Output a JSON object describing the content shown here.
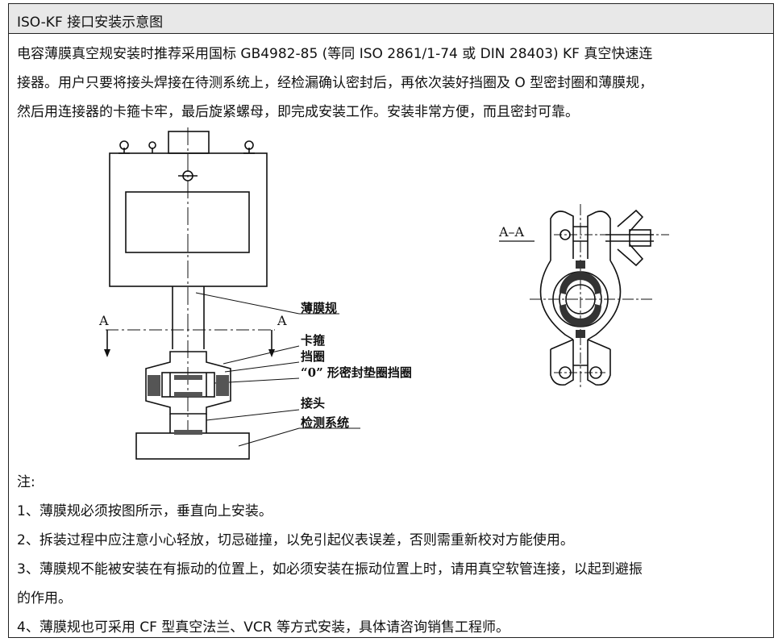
{
  "header": {
    "title": "ISO-KF 接口安装示意图"
  },
  "intro": {
    "lines": [
      "电容薄膜真空规安装时推荐采用国标 GB4982-85 (等同 ISO 2861/1-74 或 DIN 28403) KF 真空快速连",
      "接器。用户只要将接头焊接在待测系统上，经检漏确认密封后，再依次装好挡圈及 O 型密封圈和薄膜规，",
      "然后用连接器的卡箍卡牢，最后旋紧螺母，即完成安装工作。安装非常方便，而且密封可靠。"
    ]
  },
  "figure": {
    "labels": {
      "gauge": "薄膜规",
      "clamp": "卡箍",
      "ring": "挡圈",
      "oring": "“0” 形密封垫圈挡圈",
      "joint": "接头",
      "system": "检测系统"
    },
    "section_letter_left": "A",
    "section_letter_right": "A",
    "section_title": "A–A"
  },
  "notes": {
    "heading": "注:",
    "items": [
      "1、薄膜规必须按图所示，垂直向上安装。",
      "2、拆装过程中应注意小心轻放，切忌碰撞，以免引起仪表误差，否则需重新校对方能使用。",
      "3、薄膜规不能被安装在有振动的位置上，如必须安装在振动位置上时，请用真空软管连接，以起到避振",
      "的作用。",
      "4、薄膜规也可采用 CF 型真空法兰、VCR 等方式安装，具体请咨询销售工程师。"
    ]
  }
}
